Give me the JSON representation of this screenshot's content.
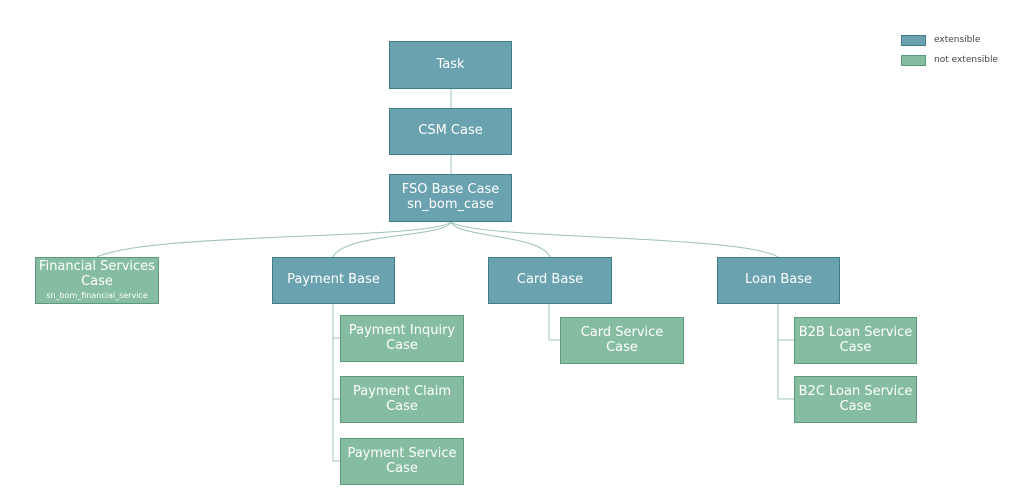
{
  "legend": {
    "extensible": "extensible",
    "not_extensible": "not extensible",
    "extensible_color": "#6aa2b0",
    "not_extensible_color": "#86bda1"
  },
  "nodes": {
    "task": "Task",
    "csm_case": "CSM Case",
    "fso_base_case": "FSO Base Case",
    "fso_base_case_table": "sn_bom_case",
    "financial_services_case_line1": "Financial Services",
    "financial_services_case_line2": "Case",
    "financial_services_case_table": "sn_bom_financial_service",
    "payment_base": "Payment Base",
    "card_base": "Card Base",
    "loan_base": "Loan Base",
    "payment_inquiry_case_line1": "Payment Inquiry",
    "payment_inquiry_case_line2": "Case",
    "payment_claim_case_line1": "Payment Claim",
    "payment_claim_case_line2": "Case",
    "payment_service_case_line1": "Payment Service",
    "payment_service_case_line2": "Case",
    "card_service_case_line1": "Card Service",
    "card_service_case_line2": "Case",
    "b2b_loan_service_case_line1": "B2B Loan Service",
    "b2b_loan_service_case_line2": "Case",
    "b2c_loan_service_case_line1": "B2C Loan Service",
    "b2c_loan_service_case_line2": "Case"
  }
}
